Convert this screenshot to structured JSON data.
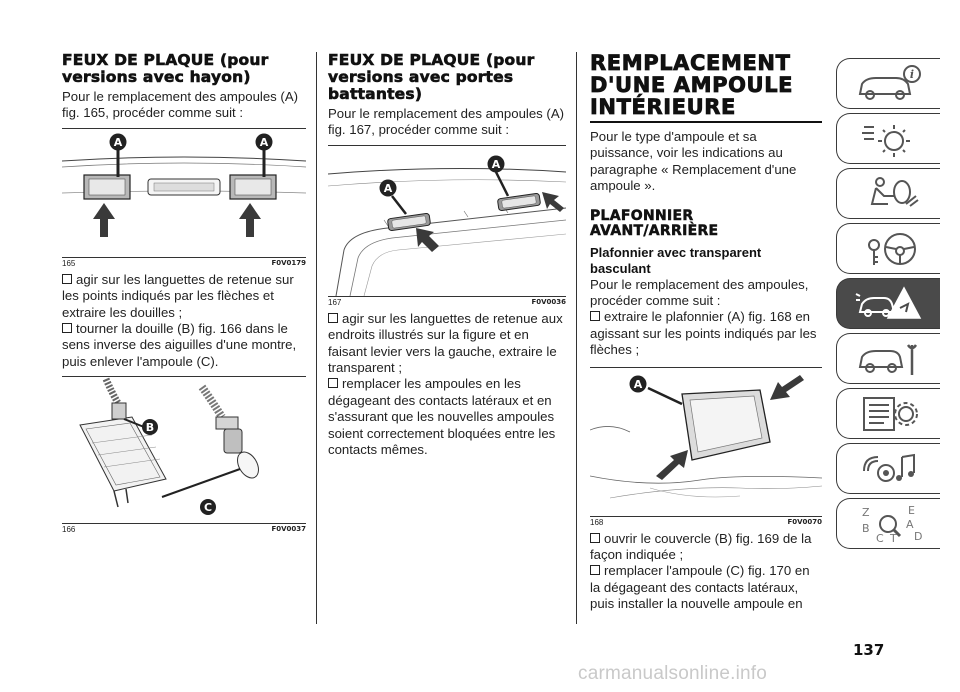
{
  "col1": {
    "heading": "FEUX DE PLAQUE (pour versions avec hayon)",
    "intro": "Pour le remplacement des ampoules (A) fig. 165, procéder comme suit :",
    "fig165": {
      "number": "165",
      "code": "F0V0179",
      "label_a1": "A",
      "label_a2": "A"
    },
    "bullet1": "agir sur les languettes de retenue sur les points indiqués par les flèches et extraire les douilles ;",
    "bullet2": "tourner la douille (B) fig. 166 dans le sens inverse des aiguilles d'une montre, puis enlever l'ampoule (C).",
    "fig166": {
      "number": "166",
      "code": "F0V0037",
      "label_b": "B",
      "label_c": "C"
    }
  },
  "col2": {
    "heading": "FEUX DE PLAQUE (pour versions avec portes battantes)",
    "intro": "Pour le remplacement des ampoules (A) fig. 167, procéder comme suit :",
    "fig167": {
      "number": "167",
      "code": "F0V0036",
      "label_a1": "A",
      "label_a2": "A"
    },
    "bullet1": "agir sur les languettes de retenue aux endroits illustrés sur la figure et en faisant levier vers la gauche, extraire le transparent ;",
    "bullet2": "remplacer les ampoules en les dégageant des contacts latéraux et en s'assurant que les nouvelles ampoules soient correctement bloquées entre les contacts mêmes."
  },
  "col3": {
    "heading": "REMPLACEMENT D'UNE AMPOULE INTÉRIEURE",
    "intro": "Pour le type d'ampoule et sa puissance, voir les indications au paragraphe « Remplacement d'une ampoule ».",
    "subheading": "PLAFONNIER AVANT/ARRIÈRE",
    "subsubheading": "Plafonnier avec transparent basculant",
    "subintro": "Pour le remplacement des ampoules, procéder comme suit :",
    "bullet1": "extraire le plafonnier (A) fig. 168 en agissant sur les points indiqués par les flèches ;",
    "fig168": {
      "number": "168",
      "code": "F0V0070",
      "label_a": "A"
    },
    "bullet2": "ouvrir le couvercle (B) fig. 169 de la façon indiquée ;",
    "bullet3": "remplacer l'ampoule (C) fig. 170 en la dégageant des contacts latéraux, puis installer la nouvelle ampoule en"
  },
  "sidebar": {
    "icons": [
      "car-info-icon",
      "dashboard-lights-icon",
      "airbag-safety-icon",
      "steering-key-icon",
      "warning-emergency-icon",
      "car-maintenance-icon",
      "specifications-icon",
      "multimedia-icon",
      "index-icon"
    ],
    "index_letters": [
      "Z",
      "E",
      "B",
      "C",
      "T",
      "A",
      "D"
    ],
    "active_index": 4
  },
  "page_number": "137",
  "watermark": "carmanualsonline.info",
  "colors": {
    "accent": "#4a4a4a",
    "text": "#1a1a1a",
    "callout": "#222222"
  }
}
